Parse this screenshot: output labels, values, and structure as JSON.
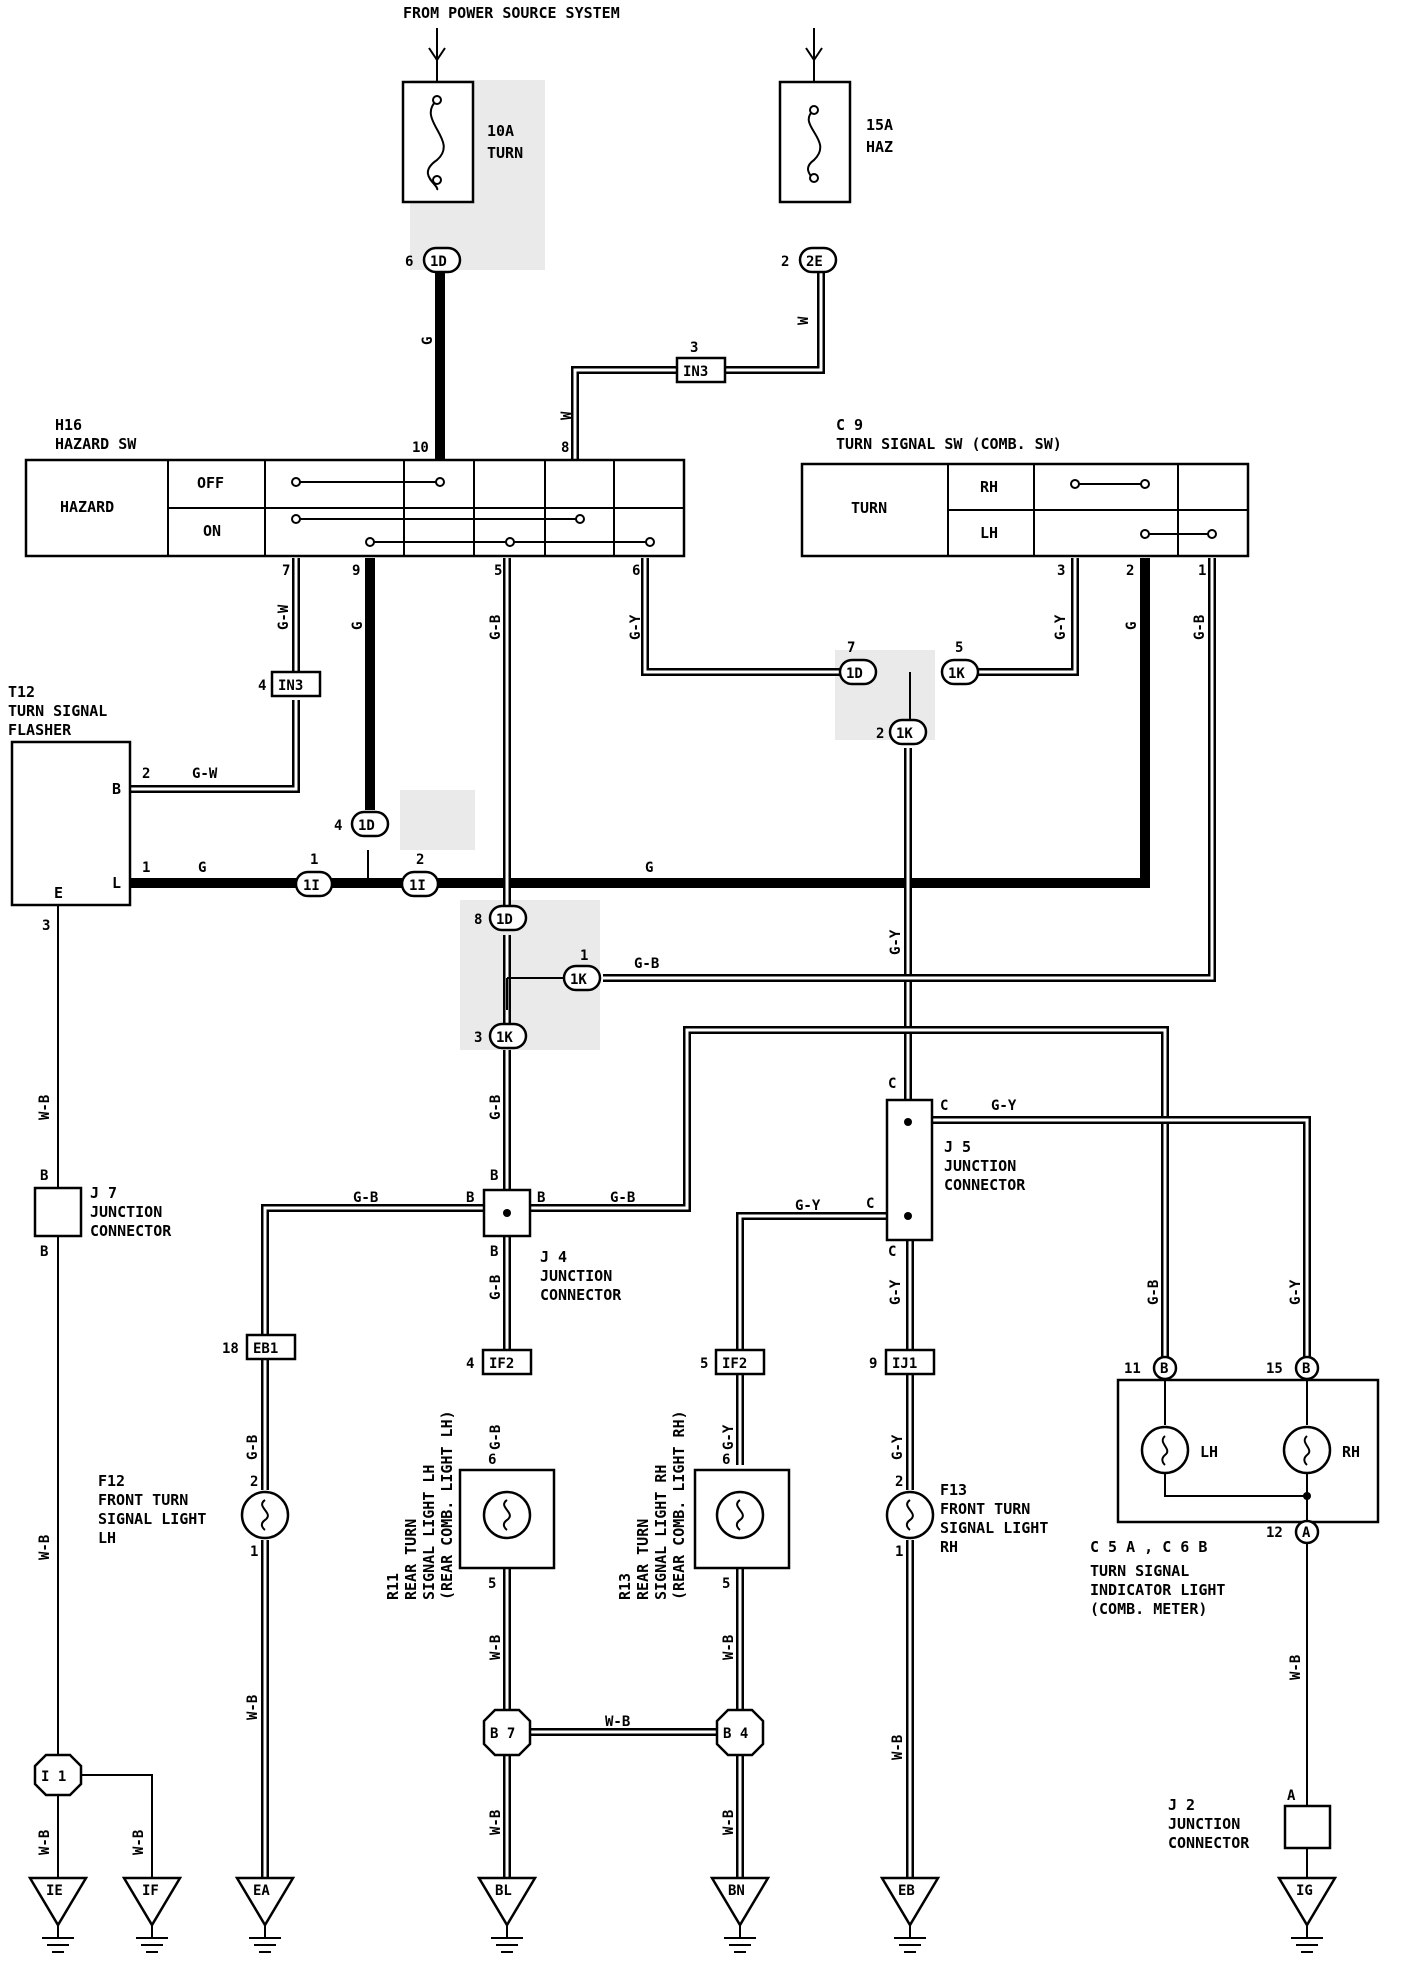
{
  "header": {
    "source": "FROM POWER SOURCE SYSTEM"
  },
  "fuses": [
    {
      "rating": "10A",
      "name": "TURN"
    },
    {
      "rating": "15A",
      "name": "HAZ"
    }
  ],
  "components": {
    "h16": {
      "code": "H16",
      "name": "HAZARD SW",
      "label": "HAZARD",
      "off": "OFF",
      "on": "ON"
    },
    "c9": {
      "code": "C 9",
      "name": "TURN SIGNAL SW (COMB. SW)",
      "label": "TURN",
      "rh": "RH",
      "lh": "LH"
    },
    "t12": {
      "code": "T12",
      "line1": "TURN SIGNAL",
      "line2": "FLASHER",
      "b": "B",
      "l": "L",
      "e": "E"
    },
    "j7": {
      "code": "J 7",
      "line1": "JUNCTION",
      "line2": "CONNECTOR"
    },
    "j4": {
      "code": "J 4",
      "line1": "JUNCTION",
      "line2": "CONNECTOR"
    },
    "j5": {
      "code": "J 5",
      "line1": "JUNCTION",
      "line2": "CONNECTOR"
    },
    "j2": {
      "code": "J 2",
      "line1": "JUNCTION",
      "line2": "CONNECTOR"
    },
    "f12": {
      "code": "F12",
      "line1": "FRONT TURN",
      "line2": "SIGNAL LIGHT",
      "line3": "LH"
    },
    "f13": {
      "code": "F13",
      "line1": "FRONT TURN",
      "line2": "SIGNAL LIGHT",
      "line3": "RH"
    },
    "r11": {
      "code": "R11",
      "line1": "REAR TURN",
      "line2": "SIGNAL LIGHT LH",
      "line3": "(REAR COMB. LIGHT LH)"
    },
    "r13": {
      "code": "R13",
      "line1": "REAR TURN",
      "line2": "SIGNAL LIGHT RH",
      "line3": "(REAR COMB. LIGHT RH)"
    },
    "indicator": {
      "code": "C 5 A , C 6 B",
      "line1": "TURN SIGNAL",
      "line2": "INDICATOR LIGHT",
      "line3": "(COMB. METER)",
      "lh": "LH",
      "rh": "RH"
    }
  },
  "connectors": {
    "c1D_top": "1D",
    "c2E": "2E",
    "cIN3a": "IN3",
    "cIN3b": "IN3",
    "c1D_left": "1D",
    "c1I_a": "1I",
    "c1I_b": "1I",
    "c1D_mid": "1D",
    "c1K_a": "1K",
    "c1K_b": "1K",
    "c1D_right": "1D",
    "c1K_c": "1K",
    "c1K_d": "1K",
    "cEB1": "EB1",
    "cIF2a": "IF2",
    "cIF2b": "IF2",
    "cIJ1": "IJ1",
    "cB7": "B 7",
    "cB4": "B 4",
    "cI1": "I 1"
  },
  "grounds": [
    "IE",
    "IF",
    "EA",
    "BL",
    "BN",
    "EB",
    "IG"
  ],
  "wire_colors": {
    "g": "G",
    "w": "W",
    "gw": "G-W",
    "gb": "G-B",
    "gy": "G-Y",
    "wb": "W-B"
  },
  "pins": {
    "p6": "6",
    "p2": "2",
    "p3": "3",
    "p10": "10",
    "p8": "8",
    "p7": "7",
    "p9": "9",
    "p5": "5",
    "p4": "4",
    "p1": "1",
    "p11": "11",
    "p12": "12",
    "p15": "15",
    "p18": "18",
    "pB": "B",
    "pC": "C",
    "pA": "A"
  },
  "colors": {
    "line": "#000000",
    "background": "#ffffff",
    "shade": "#d8d8d8"
  }
}
